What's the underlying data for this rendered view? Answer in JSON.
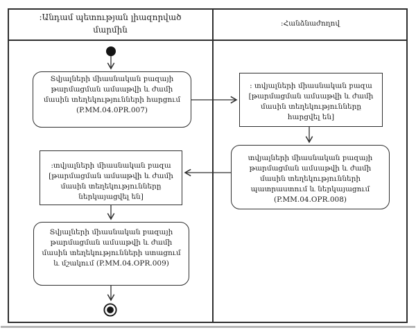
{
  "diagram": {
    "lanes": [
      {
        "label": ":Անդամ պետության լիազորված մարմին"
      },
      {
        "label": ":Հանձնաժողով"
      }
    ],
    "nodes": {
      "activity_007": {
        "type": "activity",
        "text": "Տվյալների միասնական բազայի թարմացման ամսաթվի և ժամի մասին տեղեկությունների հարցում (P.MM.04.0PR.007)"
      },
      "object_queried": {
        "type": "object",
        "text": ": տվյալների միասնական բազա [թարմացման ամսաթվի և ժամի մասին տեղեկությունները հարցվել են]"
      },
      "activity_008": {
        "type": "activity",
        "text": "տվյալների միասնական բազայի թարմացման ամսաթվի և ժամի մասին տեղեկությունների պատրաստում և ներկայացում (P.MM.04.OPR.008)"
      },
      "object_submitted": {
        "type": "object",
        "text": ":տվյալների միասնական բազա [թարմացման ամսաթվի և ժամի մասին տեղեկությունները ներկայացվել են]"
      },
      "activity_009": {
        "type": "activity",
        "text": "Տվյալների միասնական բազայի թարմացման ամսաթվի և ժամի մասին տեղեկությունների ստացում և մշակում (P.MM.04.OPR.009)"
      }
    },
    "icons": {
      "initial_node": "filled-circle",
      "final_node": "ringed-circle",
      "arrowhead": "open-v-arrow"
    },
    "colors": {
      "line": "#2e2e2e",
      "node_fill": "#ffffff",
      "background": "#ffffff",
      "scan_shadow": "#9e9e9e"
    }
  }
}
